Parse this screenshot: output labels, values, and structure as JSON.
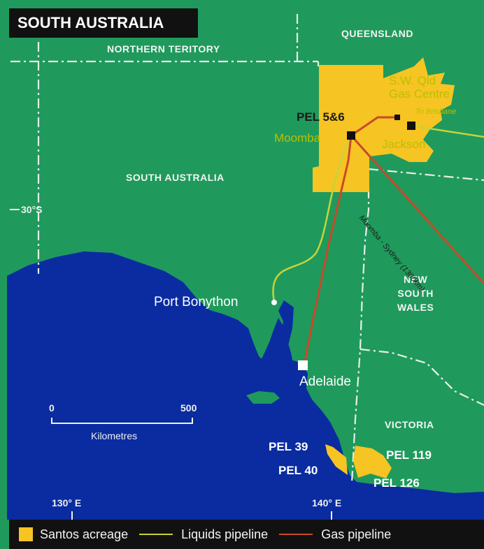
{
  "title": "SOUTH AUSTRALIA",
  "regions": {
    "queensland": "QUEENSLAND",
    "northern_territory": "NORTHERN TERITORY",
    "south_australia": "SOUTH AUSTRALIA",
    "new_south_wales": [
      "NEW",
      "SOUTH",
      "WALES"
    ],
    "victoria": "VICTORIA"
  },
  "places": {
    "sw_qld_gas_centre": [
      "S.W. Qld",
      "Gas Centre"
    ],
    "to_brisbane": "To Brisbane",
    "moomba": "Moomba",
    "jackson": "Jackson",
    "port_bonython": "Port Bonython",
    "adelaide": "Adelaide",
    "moomba_sydney": "Moomba - Sydney (1300km)"
  },
  "permits": {
    "pel_5_6": "PEL 5&6",
    "pel_39": "PEL 39",
    "pel_40": "PEL 40",
    "pel_119": "PEL 119",
    "pel_126": "PEL 126"
  },
  "graticule": {
    "lat_30": "30°S",
    "lon_130": "130° E",
    "lon_140": "140° E"
  },
  "scale": {
    "start": "0",
    "end": "500",
    "unit": "Kilometres"
  },
  "legend": {
    "acreage": "Santos acreage",
    "liquids": "Liquids pipeline",
    "gas": "Gas pipeline"
  },
  "colors": {
    "land": "#1f9a5c",
    "sea": "#0a2ca0",
    "acreage": "#f6c423",
    "liquids_pipeline": "#c9d23a",
    "gas_pipeline": "#c9492a"
  }
}
